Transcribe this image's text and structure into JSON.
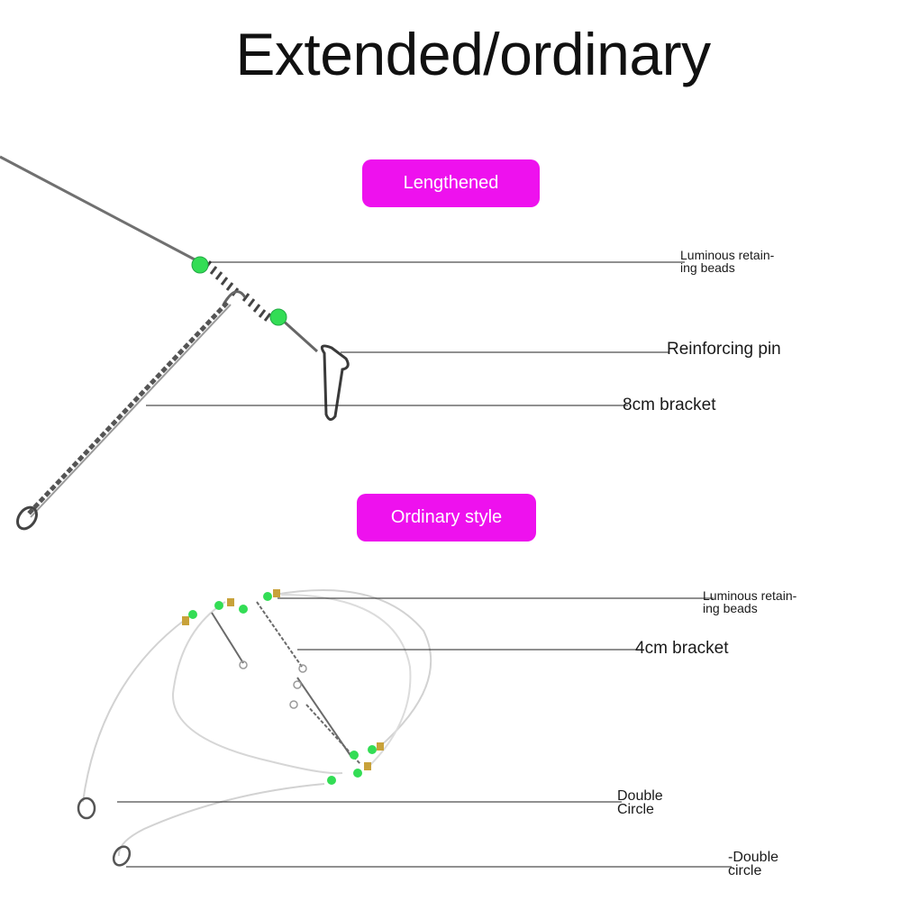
{
  "title": "Extended/ordinary",
  "sections": {
    "lengthened": {
      "badge": "Lengthened",
      "labels": {
        "beads_line1": "Luminous retain-",
        "beads_line2": "ing beads",
        "pin": "Reinforcing pin",
        "bracket": "8cm bracket"
      }
    },
    "ordinary": {
      "badge": "Ordinary style",
      "labels": {
        "beads_line1": "Luminous retain-",
        "beads_line2": "ing beads",
        "bracket": "4cm bracket",
        "circle1_line1": "Double",
        "circle1_line2": "Circle",
        "circle2_line1": "-Double",
        "circle2_line2": "circle"
      }
    }
  },
  "colors": {
    "badge": "#ee11ee",
    "bead": "#33dd55",
    "wire": "#6b6b6b",
    "fishing_line": "#d4d4d4"
  }
}
